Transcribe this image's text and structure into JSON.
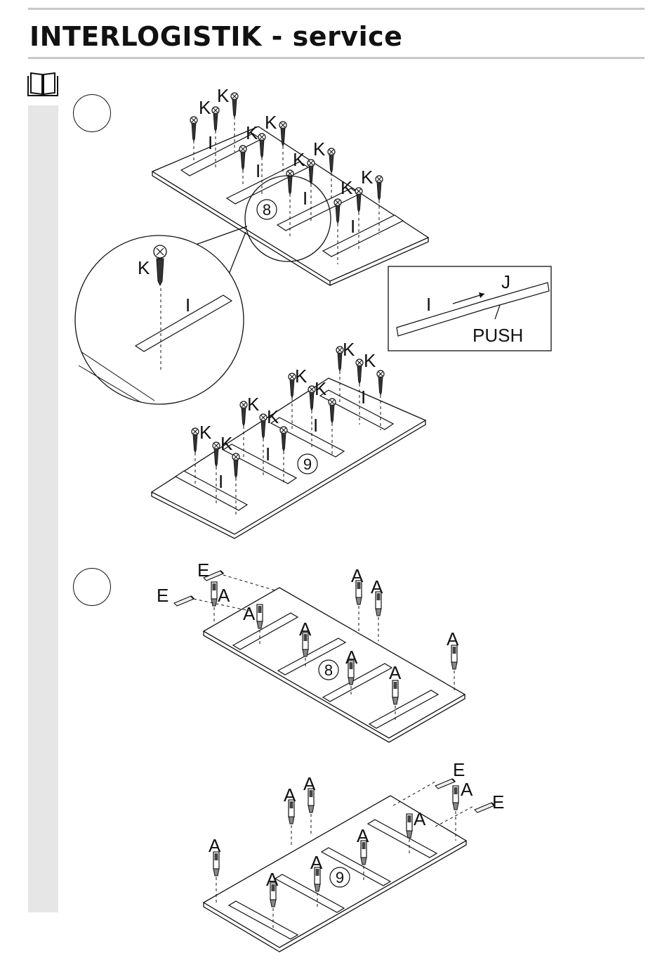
{
  "header": {
    "brand": "INTERLOGISTIK - service"
  },
  "icons": {
    "manual": "book-icon"
  },
  "labels": {
    "K": "K",
    "I": "I",
    "J": "J",
    "A": "A",
    "E": "E",
    "push": "PUSH",
    "ref8": "8",
    "ref9": "9"
  }
}
